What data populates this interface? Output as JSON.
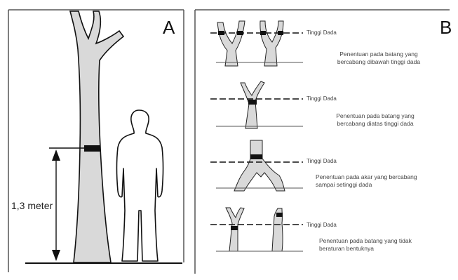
{
  "panels": {
    "a": {
      "letter": "A",
      "measurement_label": "1,3 meter"
    },
    "b": {
      "letter": "B",
      "rows": [
        {
          "height_label": "Tinggi Dada",
          "caption_line1": "Penentuan pada batang yang",
          "caption_line2": "bercabang dibawah tinggi dada"
        },
        {
          "height_label": "Tinggi Dada",
          "caption_line1": "Penentuan pada batang yang",
          "caption_line2": "bercabang diatas tinggi dada"
        },
        {
          "height_label": "Tinggi Dada",
          "caption_line1": "Penentuan pada akar yang bercabang",
          "caption_line2": "sampai setinggi dada"
        },
        {
          "height_label": "Tinggi Dada",
          "caption_line1": "Penentuan pada batang yang tidak",
          "caption_line2": "beraturan bentuknya"
        }
      ]
    }
  },
  "colors": {
    "trunk_fill": "#d9d9d9",
    "line": "#111111",
    "frame": "#555555"
  }
}
